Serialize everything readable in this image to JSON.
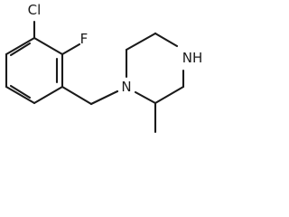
{
  "molecule": {
    "atoms": {
      "cl": "Cl",
      "f": "F",
      "n_ring": "N",
      "nh": "NH"
    },
    "bond_color": "#1a1a1a"
  }
}
